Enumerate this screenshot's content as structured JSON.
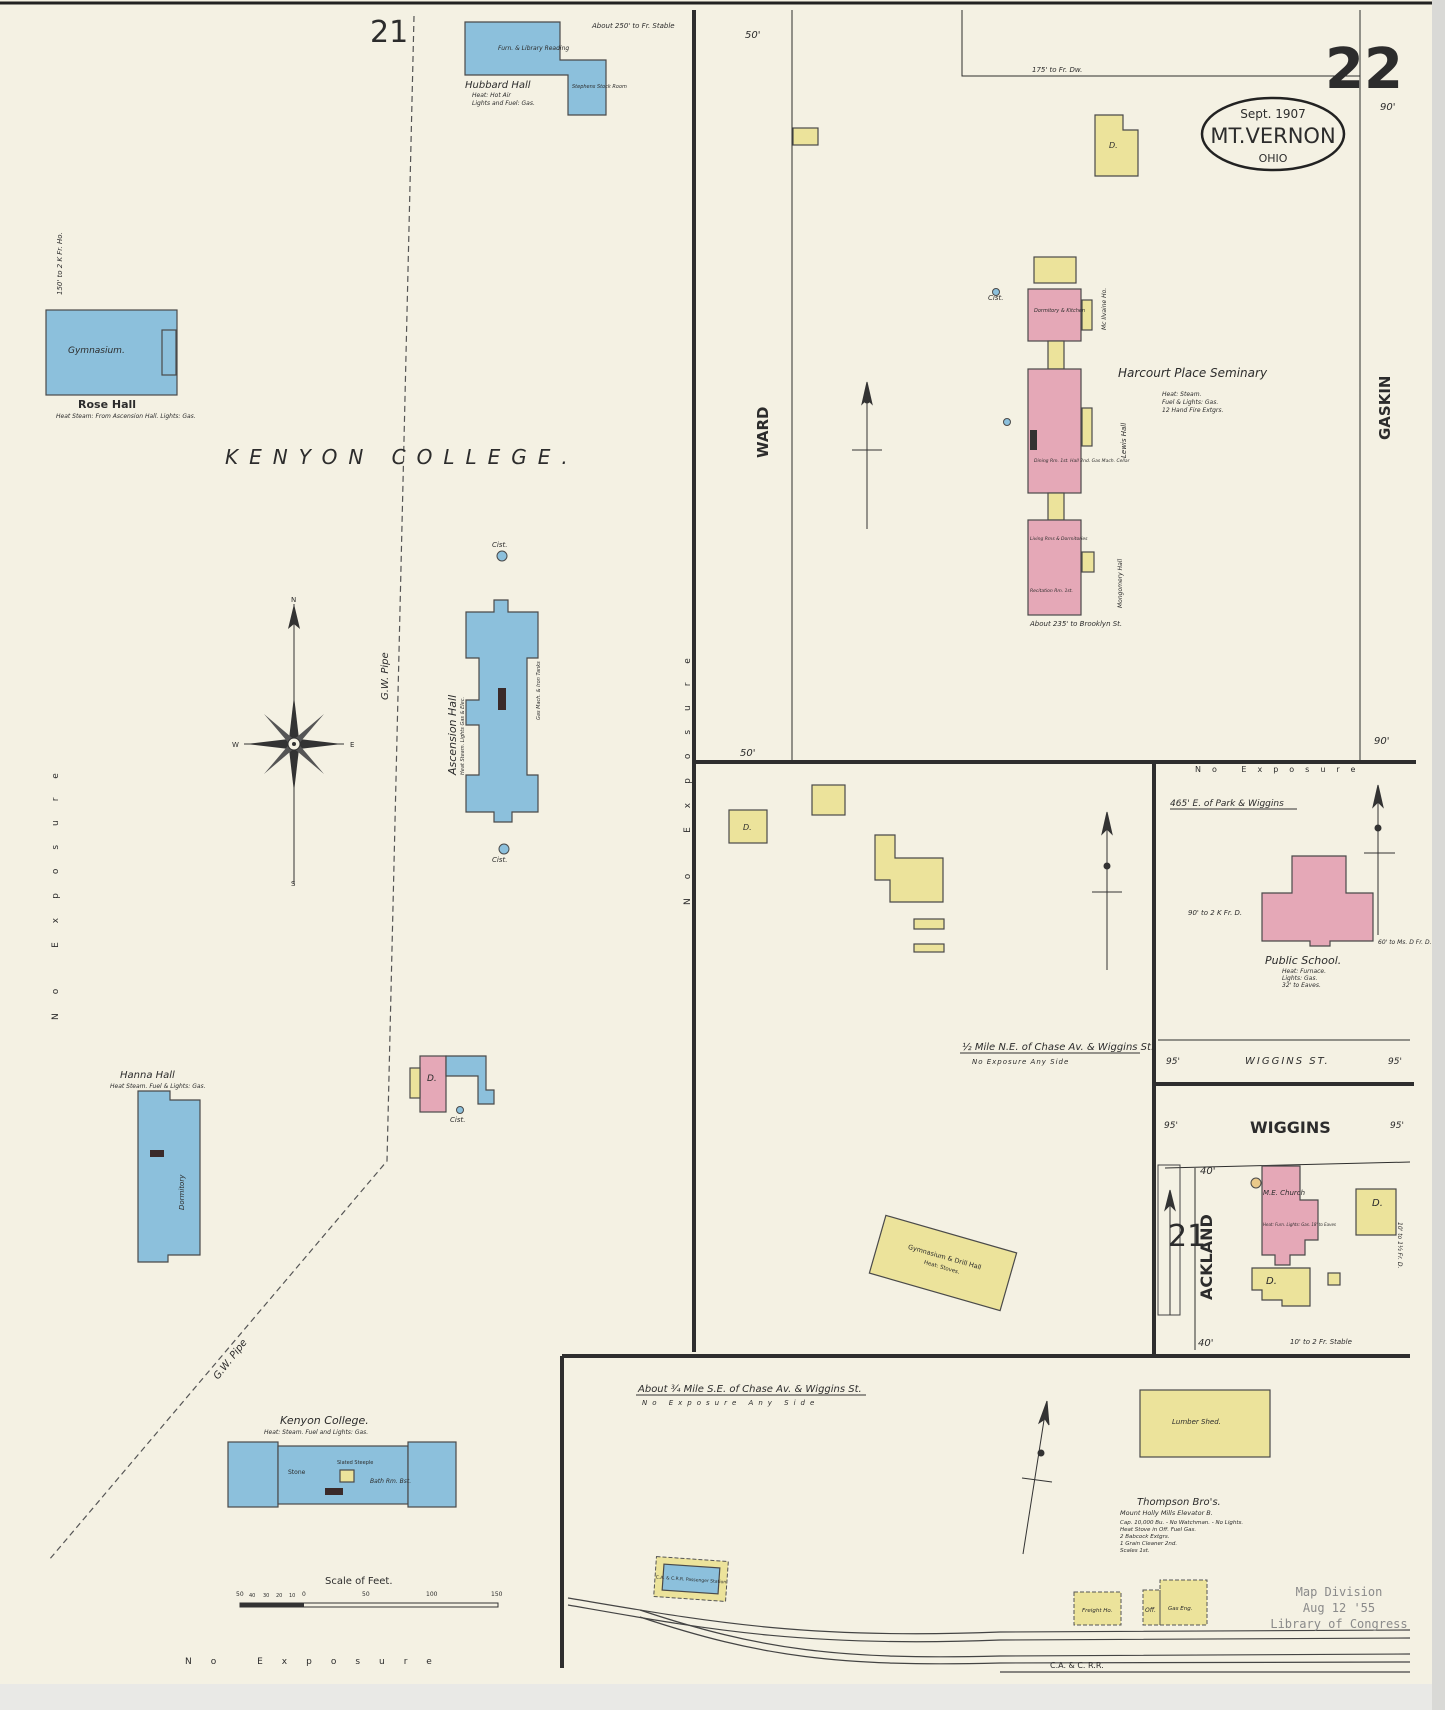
{
  "sheet": {
    "page_number": "22",
    "adjoining_sheet_top": "21",
    "adjoining_sheet_side": "21",
    "title_date": "Sept. 1907",
    "title_city": "MT.VERNON",
    "title_state": "OHIO"
  },
  "colors": {
    "paper": "#f4f1e3",
    "brick_pink": "#e5a8b7",
    "frame_yellow": "#ece39b",
    "stone_blue": "#8cc0dc",
    "ink": "#2e2e2e"
  },
  "streets": {
    "ward": "WARD",
    "gaskin": "GASKIN",
    "wiggins": "WIGGINS",
    "wiggins_st": "WIGGINS ST.",
    "ackland": "ACKLAND"
  },
  "exposure": {
    "left": "No Exposure",
    "middle": "No Exposure",
    "bottom": "No Exposure",
    "school_top": "No Exposure"
  },
  "dimensions": {
    "d50_top": "50'",
    "d50_bottom": "50'",
    "d90_top": "90'",
    "d90_bottom": "90'",
    "d95_left": "95'",
    "d95_right": "95'",
    "d95_left2": "95'",
    "d95_right2": "95'",
    "d40_top": "40'",
    "d40_bottom": "40'"
  },
  "notes": {
    "stable_top": "About 250' to Fr. Stable",
    "fr_dw": "175' to Fr. Dw.",
    "side_note": "150' to 2 K Fr. Ho.",
    "brooklyn": "About 235' to Brooklyn St.",
    "park_wiggins": "465' E. of Park & Wiggins",
    "ne_chase": "½ Mile N.E. of Chase Av. & Wiggins St.",
    "ne_chase_exposure": "No Exposure Any Side",
    "se_chase": "About ¾ Mile S.E. of Chase Av. & Wiggins St.",
    "se_chase_exposure": "No Exposure Any Side",
    "school_left": "90' to 2 K Fr. D.",
    "school_right": "60' to Ms. D Fr. D.",
    "church_right": "10' to 1½ Fr. D.",
    "stable_bottom": "10' to 2 Fr. Stable",
    "rr": "C.A. & C. R.R.",
    "gw_pipe_1": "G.W. Pipe",
    "gw_pipe_2": "G.W. Pipe",
    "cist_1": "Cist.",
    "cist_2": "Cist.",
    "cist_3": "Cist.",
    "cist_4": "Cist."
  },
  "college": {
    "name": "KENYON COLLEGE."
  },
  "buildings": {
    "rose_hall": {
      "room": "Gymnasium.",
      "name": "Rose Hall",
      "note": "Heat Steam: From Ascension Hall. Lights: Gas."
    },
    "hubbard_hall": {
      "room": "Furn. & Library Reading",
      "annex": "Stephens Stock Room",
      "name": "Hubbard Hall",
      "note1": "Heat: Hot Air",
      "note2": "Lights and Fuel: Gas."
    },
    "ascension_hall": {
      "name": "Ascension Hall",
      "note": "Heat Steam. Lights Gas & Elec.",
      "side": "Gas Mach. & Iron Tanks"
    },
    "hanna_hall": {
      "name": "Hanna Hall",
      "note": "Heat Steam. Fuel & Lights: Gas.",
      "room": "Dormitory"
    },
    "kenyon_college": {
      "name": "Kenyon College.",
      "note": "Heat: Steam. Fuel and Lights: Gas.",
      "room1": "Stone",
      "room2": "Slated Steeple",
      "room3": "Bath Rm. Bst."
    },
    "seminary": {
      "name": "Harcourt Place Seminary",
      "note1": "Heat: Steam.",
      "note2": "Fuel & Lights: Gas.",
      "note3": "12 Hand Fire Extgrs.",
      "room1": "Dormitory & Kitchen",
      "room2": "Dining Rm. 1st. Hall 2nd. Gas Mach. Cellar",
      "room3": "Living Rms & Dormitories",
      "room4": "Recitation Rm. 1st.",
      "wing1": "Mc Ilvaine Ho.",
      "wing2": "Lewis Hall",
      "wing3": "Mongomery Hall"
    },
    "public_school": {
      "name": "Public School.",
      "note1": "Heat: Furnace.",
      "note2": "Lights: Gas.",
      "note3": "32' to Eaves."
    },
    "me_church": {
      "name": "M.E. Church",
      "note": "Heat: Furn. Lights: Gas. 18' to Eaves"
    },
    "gym_drill": {
      "name": "Gymnasium & Drill Hall",
      "note": "Heat: Stoves."
    },
    "lumber_shed": {
      "name": "Lumber Shed."
    },
    "thompson": {
      "name": "Thompson Bro's.",
      "sub": "Mount Holly Mills Elevator B.",
      "l1": "Cap. 10,000 Bu. - No Watchman. - No Lights.",
      "l2": "Heat Stove in Off. Fuel Gas.",
      "l3": "2 Babcock Extgrs.",
      "l4": "1 Grain Cleaner 2nd.",
      "l5": "Scales 1st."
    },
    "station": {
      "name": "C.A. & C.R.R. Passenger Station"
    },
    "freight": {
      "name": "Freight Ho."
    },
    "office": {
      "name": "Off.",
      "engine": "Gas Eng."
    },
    "dwelling": "D."
  },
  "scale": {
    "title": "Scale of Feet.",
    "ticks": [
      "50",
      "40",
      "30",
      "20",
      "10",
      "0",
      "50",
      "100",
      "150"
    ]
  },
  "compass": {
    "n": "N",
    "s": "S",
    "e": "E",
    "w": "W"
  },
  "stamp": {
    "line1": "Map Division",
    "line2": "Aug 12 '55",
    "line3": "Library of Congress"
  }
}
